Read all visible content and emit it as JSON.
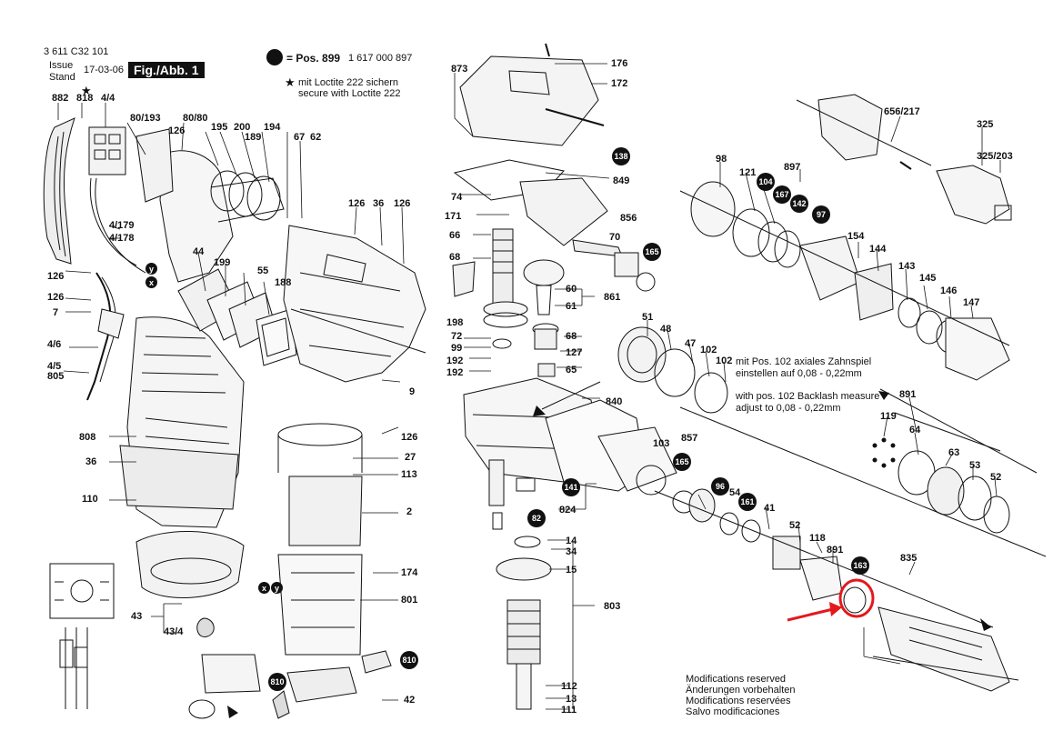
{
  "header": {
    "doc_number": "3 611 C32 101",
    "issue_label": "Issue",
    "stand_label": "Stand",
    "date": "17-03-06",
    "figure": "Fig./Abb. 1"
  },
  "legend": {
    "pos_label": "= Pos. 899",
    "pos_number": "1 617 000 897",
    "loctite_de": "mit Loctite 222 sichern",
    "loctite_en": "secure with Loctite 222"
  },
  "notes": {
    "backlash_de_1": "mit Pos. 102 axiales Zahnspiel",
    "backlash_de_2": "einstellen auf 0,08 - 0,22mm",
    "backlash_en_1": "with pos. 102 Backlash measure",
    "backlash_en_2": "adjust to 0,08 - 0,22mm"
  },
  "modifications": [
    "Modifications reserved",
    "Änderungen vorbehalten",
    "Modifications reservées",
    "Salvo modificaciones"
  ],
  "callout_markers": [
    "x",
    "y"
  ],
  "part_labels": [
    "882",
    "818",
    "4/4",
    "80/193",
    "80/80",
    "126",
    "195",
    "200",
    "189",
    "194",
    "67",
    "62",
    "4/179",
    "4/178",
    "126",
    "126",
    "7",
    "4/6",
    "4/5",
    "805",
    "44",
    "199",
    "55",
    "188",
    "126",
    "36",
    "126",
    "9",
    "808",
    "36",
    "110",
    "126",
    "27",
    "113",
    "2",
    "174",
    "801",
    "43",
    "43/4",
    "42",
    "873",
    "176",
    "172",
    "849",
    "74",
    "171",
    "856",
    "66",
    "70",
    "68",
    "60",
    "61",
    "861",
    "198",
    "72",
    "99",
    "68",
    "127",
    "192",
    "192",
    "65",
    "51",
    "48",
    "47",
    "102",
    "102",
    "840",
    "103",
    "857",
    "824",
    "14",
    "34",
    "15",
    "803",
    "112",
    "13",
    "111",
    "656/217",
    "325",
    "325/203",
    "98",
    "121",
    "897",
    "154",
    "144",
    "143",
    "145",
    "146",
    "147",
    "891",
    "119",
    "64",
    "63",
    "53",
    "52",
    "54",
    "41",
    "52",
    "118",
    "891",
    "835"
  ],
  "circle_badges": [
    "138",
    "165",
    "141",
    "82",
    "165",
    "810",
    "810",
    "96",
    "161",
    "163",
    "104",
    "167",
    "142",
    "97"
  ],
  "highlight": {
    "color": "#e3191c"
  }
}
